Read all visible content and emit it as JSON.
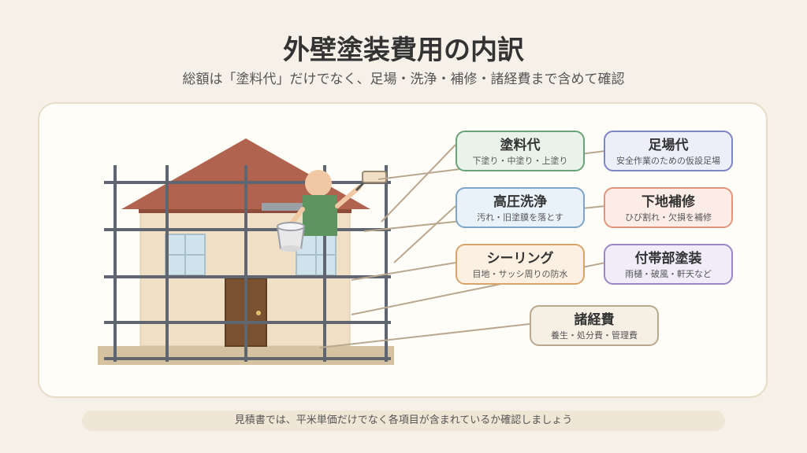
{
  "header": {
    "title": "外壁塗装費用の内訳",
    "subtitle": "総額は「塗料代」だけでなく、足場・洗浄・補修・諸経費まで含めて確認"
  },
  "items": [
    {
      "title": "塗料代",
      "desc": "下塗り・中塗り・上塗り",
      "color": "#6aa37a",
      "bg": "#eaf3e9"
    },
    {
      "title": "足場代",
      "desc": "安全作業のための仮設足場",
      "color": "#7d85c4",
      "bg": "#eceefa"
    },
    {
      "title": "高圧洗浄",
      "desc": "汚れ・旧塗膜を落とす",
      "color": "#7fa6c9",
      "bg": "#eaf2f9"
    },
    {
      "title": "下地補修",
      "desc": "ひび割れ・欠損を補修",
      "color": "#e0957a",
      "bg": "#fcece6"
    },
    {
      "title": "シーリング",
      "desc": "目地・サッシ周りの防水",
      "color": "#d9a46a",
      "bg": "#fbf0e2"
    },
    {
      "title": "付帯部塗装",
      "desc": "雨樋・破風・軒天など",
      "color": "#9a86c4",
      "bg": "#f1ecfa"
    },
    {
      "title": "諸経費",
      "desc": "養生・処分費・管理費",
      "color": "#b9a88f",
      "bg": "#f5efe4"
    }
  ],
  "footer": {
    "note": "見積書では、平米単価だけでなく各項目が含まれているか確認しましょう"
  },
  "colors": {
    "roof": "#b0644f",
    "wall": "#efdfc6",
    "scaffold": "#5f6670",
    "window": "#cfe3ec",
    "door": "#7a5232",
    "ground": "#d5c2a0",
    "worker_shirt": "#5e9460",
    "skin": "#f0c9a4",
    "leader_line": "#b9a88f"
  }
}
